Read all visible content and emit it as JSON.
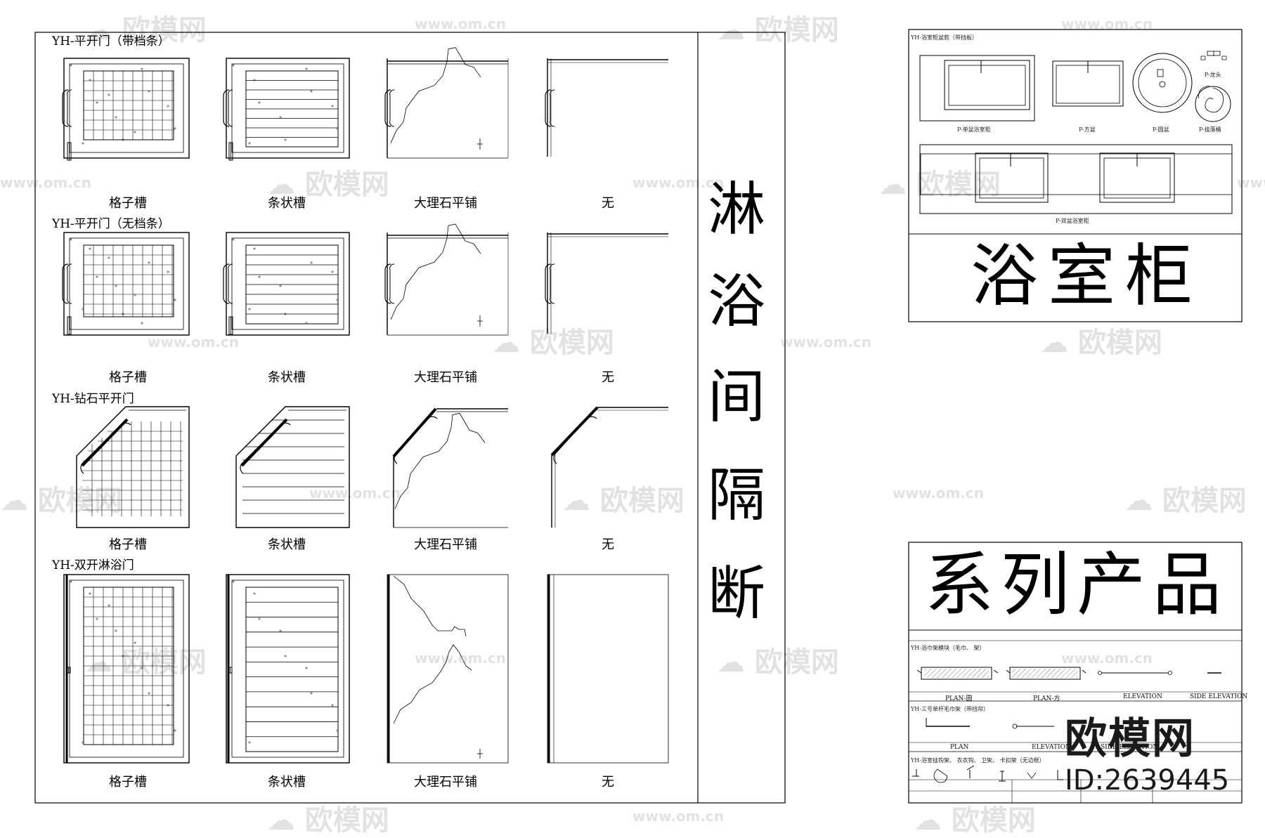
{
  "left_sheet": {
    "rows": [
      {
        "header": "YH-平开门（带档条）",
        "labels": [
          "格子槽",
          "条状槽",
          "大理石平铺",
          "无"
        ]
      },
      {
        "header": "YH-平开门（无档条）",
        "labels": [
          "格子槽",
          "条状槽",
          "大理石平铺",
          "无"
        ]
      },
      {
        "header": "YH-钻石平开门",
        "labels": [
          "格子槽",
          "条状槽",
          "大理石平铺",
          "无"
        ]
      },
      {
        "header": "YH-双开淋浴门",
        "labels": [
          "格子槽",
          "条状槽",
          "大理石平铺",
          "无"
        ]
      }
    ],
    "side_title": [
      "淋",
      "浴",
      "间",
      "隔",
      "断"
    ]
  },
  "cabinet_sheet": {
    "header": "YH-浴室柜盆款（带挡板）",
    "item_labels": [
      "P-单盆浴室柜",
      "P-方盆",
      "P-圆盆",
      "P-龙头",
      "P-挂落桶",
      "P-双盆浴室柜"
    ],
    "title": "浴室柜"
  },
  "series_sheet": {
    "title": "系列产品",
    "row1_header": "YH-浴巾架模块（毛巾、 架）",
    "row1_labels": [
      "PLAN-圆",
      "PLAN-方",
      "ELEVATION",
      "SIDE ELEVATION"
    ],
    "row2_header": "YH-三号单杆毛巾架（带挡帘）",
    "row2_labels": [
      "PLAN",
      "ELEVATION",
      "SIDE ELEVATION"
    ],
    "row3_header": "YH-浴室挂钩架、 衣衣钩、 卫架、 卡扣架（无边框）"
  },
  "watermark": {
    "brand": "欧模网",
    "url": "www.om.cn",
    "id_text": "ID:2639445"
  }
}
